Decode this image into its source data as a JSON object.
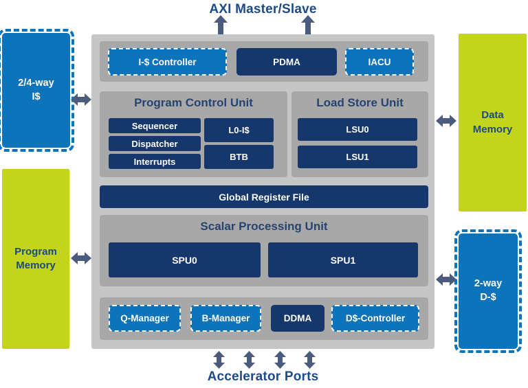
{
  "titles": {
    "top": "AXI Master/Slave",
    "bottom": "Accelerator Ports"
  },
  "colors": {
    "navy_block": "#15376b",
    "bright_blue": "#0d73bb",
    "lime_memory": "#c3d41c",
    "arrow_slate": "#4a5b7d",
    "panel_gray": "#a8a8a8",
    "core_gray": "#c6c6c6",
    "title_navy": "#1e4b87",
    "white": "#ffffff"
  },
  "left_column": {
    "icache": {
      "line1": "2/4-way",
      "line2": "I$"
    },
    "program_memory": {
      "line1": "Program",
      "line2": "Memory"
    }
  },
  "right_column": {
    "data_memory": {
      "line1": "Data",
      "line2": "Memory"
    },
    "dcache": {
      "line1": "2-way",
      "line2": "D-$"
    }
  },
  "core": {
    "top_row": {
      "icache_controller": "I-$ Controller",
      "pdma": "PDMA",
      "iacu": "IACU"
    },
    "pcu": {
      "title": "Program Control Unit",
      "sequencer": "Sequencer",
      "dispatcher": "Dispatcher",
      "interrupts": "Interrupts",
      "l0_icache": "L0-I$",
      "btb": "BTB"
    },
    "lsu": {
      "title": "Load Store Unit",
      "lsu0": "LSU0",
      "lsu1": "LSU1"
    },
    "grf": "Global Register File",
    "spu": {
      "title": "Scalar Processing Unit",
      "spu0": "SPU0",
      "spu1": "SPU1"
    },
    "bottom_row": {
      "q_manager": "Q-Manager",
      "b_manager": "B-Manager",
      "ddma": "DDMA",
      "dcache_controller": "D$-Controller"
    }
  }
}
